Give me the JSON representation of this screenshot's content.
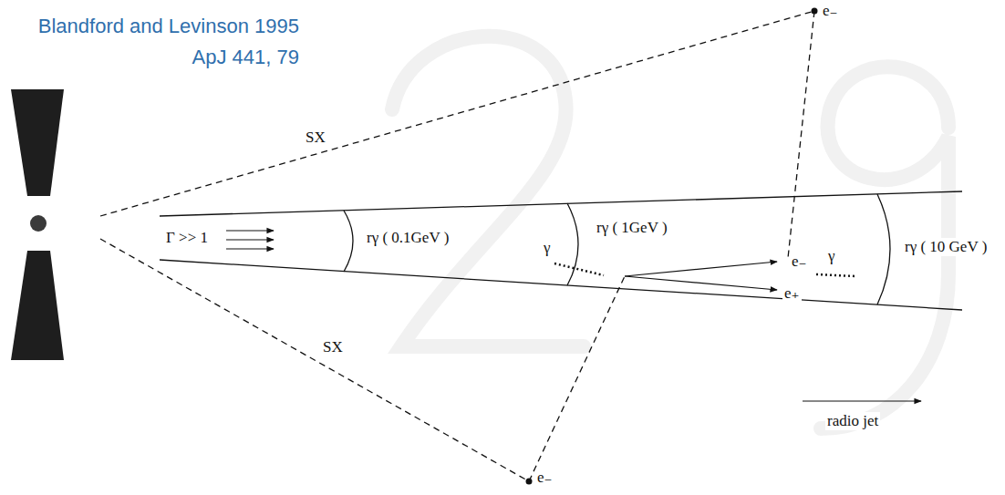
{
  "diagram": {
    "labels": [
      "Blandford and Levinson 1995",
      "ApJ 441, 79",
      "SX",
      "SX",
      "Γ >> 1",
      "rγ ( 0.1GeV )",
      "γ",
      "rγ ( 1GeV )",
      "e₋",
      "γ",
      "e₊",
      "rγ ( 10 GeV )",
      "e₋",
      "e₋",
      "radio jet"
    ]
  }
}
